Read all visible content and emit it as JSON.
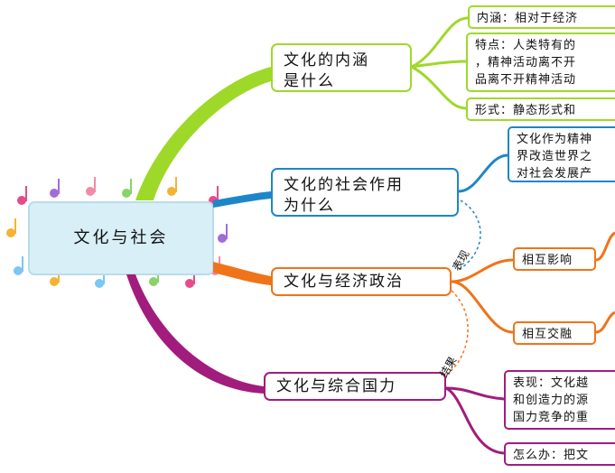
{
  "central": {
    "title": "文化与社会"
  },
  "branches": {
    "meaning": {
      "label": "文化的内涵\n是什么"
    },
    "role": {
      "label": "文化的社会作用\n为什么"
    },
    "econ": {
      "label": "文化与经济政治"
    },
    "power": {
      "label": "文化与综合国力"
    }
  },
  "leaves": {
    "meaning_def": "内涵：相对于经济",
    "meaning_trait": "特点：人类特有的\n，精神活动离不开\n品离不开精神活动",
    "meaning_form": "形式：静态形式和",
    "role_desc": "文化作为精神\n界改造世界之\n对社会发展产",
    "econ_influence": "相互影响",
    "econ_blend": "相互交融",
    "power_show": "表现：文化越\n和创造力的源\n国力竞争的重",
    "power_how": "怎么办：把文"
  },
  "relations": {
    "show": "表现",
    "result": "结果"
  },
  "colors": {
    "green": "#9ed92a",
    "blue": "#1e86c8",
    "orange": "#ef7419",
    "purple": "#a11c7d",
    "central_fill": "#d8eff7"
  }
}
